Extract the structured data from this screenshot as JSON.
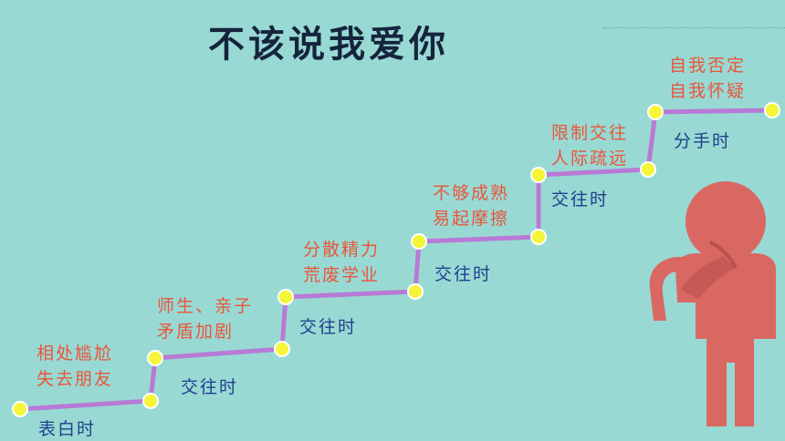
{
  "title": "不该说我爱你",
  "colors": {
    "background": "#99d9d3",
    "stair_line": "#b87ad6",
    "node_fill": "#f5f537",
    "node_stroke": "#ffffff",
    "title_text": "#15243d",
    "note_text": "#e8563b",
    "stage_text": "#1f3f8e",
    "figure": "#d96863"
  },
  "steps": [
    {
      "stage": "表白时",
      "note": [
        "相处尴尬",
        "失去朋友"
      ]
    },
    {
      "stage": "交往时",
      "note": [
        "师生、亲子",
        "矛盾加剧"
      ]
    },
    {
      "stage": "交往时",
      "note": [
        "分散精力",
        "荒废学业"
      ]
    },
    {
      "stage": "交往时",
      "note": [
        "不够成熟",
        "易起摩擦"
      ]
    },
    {
      "stage": "交往时",
      "note": [
        "限制交往",
        "人际疏远"
      ]
    },
    {
      "stage": "分手时",
      "note": [
        "自我否定",
        "自我怀疑"
      ]
    }
  ],
  "icons": {
    "figure": "thinking-person-icon"
  }
}
